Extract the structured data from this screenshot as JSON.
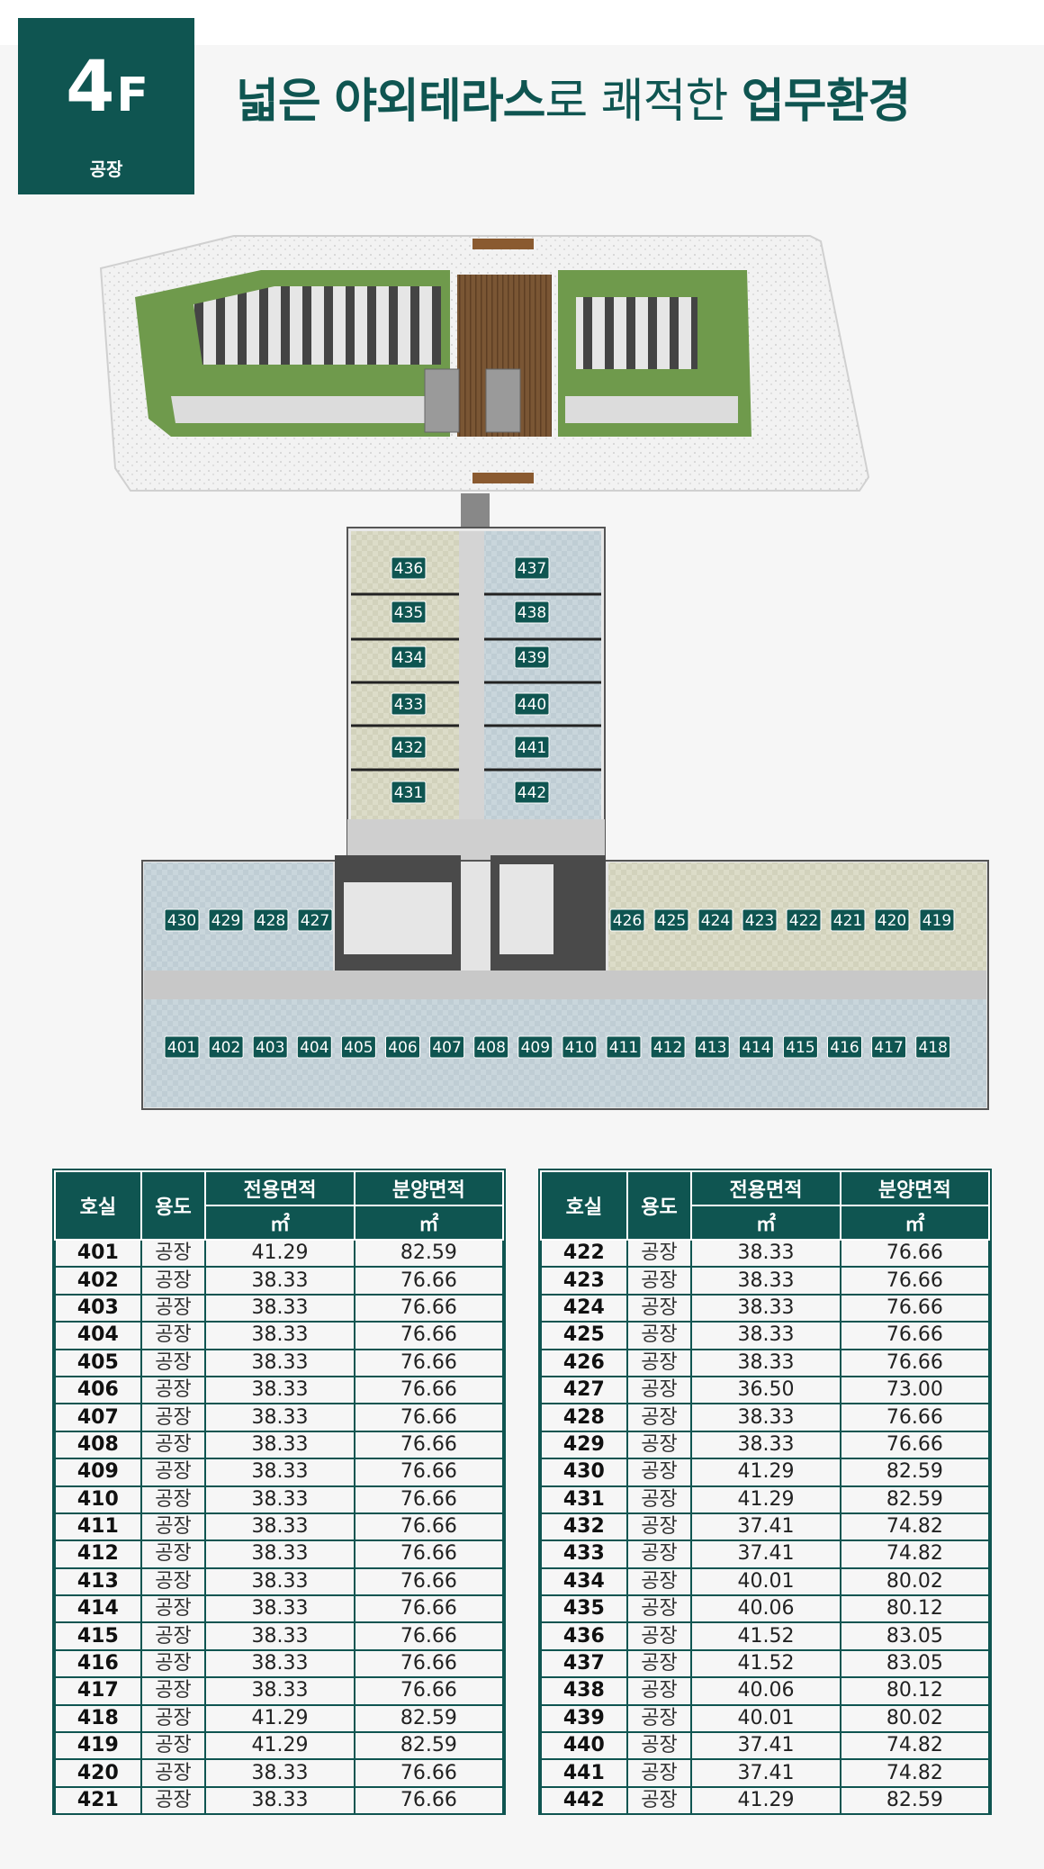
{
  "header": {
    "floor_number": "4",
    "floor_suffix": "F",
    "floor_usage": "공장",
    "headline_part1": "넓은",
    "headline_part2": "야외테라스",
    "headline_part3": "로 쾌적한",
    "headline_part4": "업무환경"
  },
  "plan": {
    "tower_units_left": [
      "436",
      "435",
      "434",
      "433",
      "432",
      "431"
    ],
    "tower_units_right": [
      "437",
      "438",
      "439",
      "440",
      "441",
      "442"
    ],
    "upper_wing_left": [
      "430",
      "429",
      "428",
      "427"
    ],
    "upper_wing_right": [
      "426",
      "425",
      "424",
      "423",
      "422",
      "421",
      "420",
      "419"
    ],
    "lower_wing": [
      "401",
      "402",
      "403",
      "404",
      "405",
      "406",
      "407",
      "408",
      "409",
      "410",
      "411",
      "412",
      "413",
      "414",
      "415",
      "416",
      "417",
      "418"
    ]
  },
  "table_headers": {
    "room": "호실",
    "use": "용도",
    "exclusive_area": "전용면적",
    "sale_area": "분양면적",
    "unit": "㎡"
  },
  "table_left": [
    [
      "401",
      "공장",
      "41.29",
      "82.59"
    ],
    [
      "402",
      "공장",
      "38.33",
      "76.66"
    ],
    [
      "403",
      "공장",
      "38.33",
      "76.66"
    ],
    [
      "404",
      "공장",
      "38.33",
      "76.66"
    ],
    [
      "405",
      "공장",
      "38.33",
      "76.66"
    ],
    [
      "406",
      "공장",
      "38.33",
      "76.66"
    ],
    [
      "407",
      "공장",
      "38.33",
      "76.66"
    ],
    [
      "408",
      "공장",
      "38.33",
      "76.66"
    ],
    [
      "409",
      "공장",
      "38.33",
      "76.66"
    ],
    [
      "410",
      "공장",
      "38.33",
      "76.66"
    ],
    [
      "411",
      "공장",
      "38.33",
      "76.66"
    ],
    [
      "412",
      "공장",
      "38.33",
      "76.66"
    ],
    [
      "413",
      "공장",
      "38.33",
      "76.66"
    ],
    [
      "414",
      "공장",
      "38.33",
      "76.66"
    ],
    [
      "415",
      "공장",
      "38.33",
      "76.66"
    ],
    [
      "416",
      "공장",
      "38.33",
      "76.66"
    ],
    [
      "417",
      "공장",
      "38.33",
      "76.66"
    ],
    [
      "418",
      "공장",
      "41.29",
      "82.59"
    ],
    [
      "419",
      "공장",
      "41.29",
      "82.59"
    ],
    [
      "420",
      "공장",
      "38.33",
      "76.66"
    ],
    [
      "421",
      "공장",
      "38.33",
      "76.66"
    ]
  ],
  "table_right": [
    [
      "422",
      "공장",
      "38.33",
      "76.66"
    ],
    [
      "423",
      "공장",
      "38.33",
      "76.66"
    ],
    [
      "424",
      "공장",
      "38.33",
      "76.66"
    ],
    [
      "425",
      "공장",
      "38.33",
      "76.66"
    ],
    [
      "426",
      "공장",
      "38.33",
      "76.66"
    ],
    [
      "427",
      "공장",
      "36.50",
      "73.00"
    ],
    [
      "428",
      "공장",
      "38.33",
      "76.66"
    ],
    [
      "429",
      "공장",
      "38.33",
      "76.66"
    ],
    [
      "430",
      "공장",
      "41.29",
      "82.59"
    ],
    [
      "431",
      "공장",
      "41.29",
      "82.59"
    ],
    [
      "432",
      "공장",
      "37.41",
      "74.82"
    ],
    [
      "433",
      "공장",
      "37.41",
      "74.82"
    ],
    [
      "434",
      "공장",
      "40.01",
      "80.02"
    ],
    [
      "435",
      "공장",
      "40.06",
      "80.12"
    ],
    [
      "436",
      "공장",
      "41.52",
      "83.05"
    ],
    [
      "437",
      "공장",
      "41.52",
      "83.05"
    ],
    [
      "438",
      "공장",
      "40.06",
      "80.12"
    ],
    [
      "439",
      "공장",
      "40.01",
      "80.02"
    ],
    [
      "440",
      "공장",
      "37.41",
      "74.82"
    ],
    [
      "441",
      "공장",
      "37.41",
      "74.82"
    ],
    [
      "442",
      "공장",
      "41.29",
      "82.59"
    ]
  ],
  "colors": {
    "brand_green": "#0f5551",
    "grass": "#6f9a4c",
    "deck": "#7a5634"
  }
}
